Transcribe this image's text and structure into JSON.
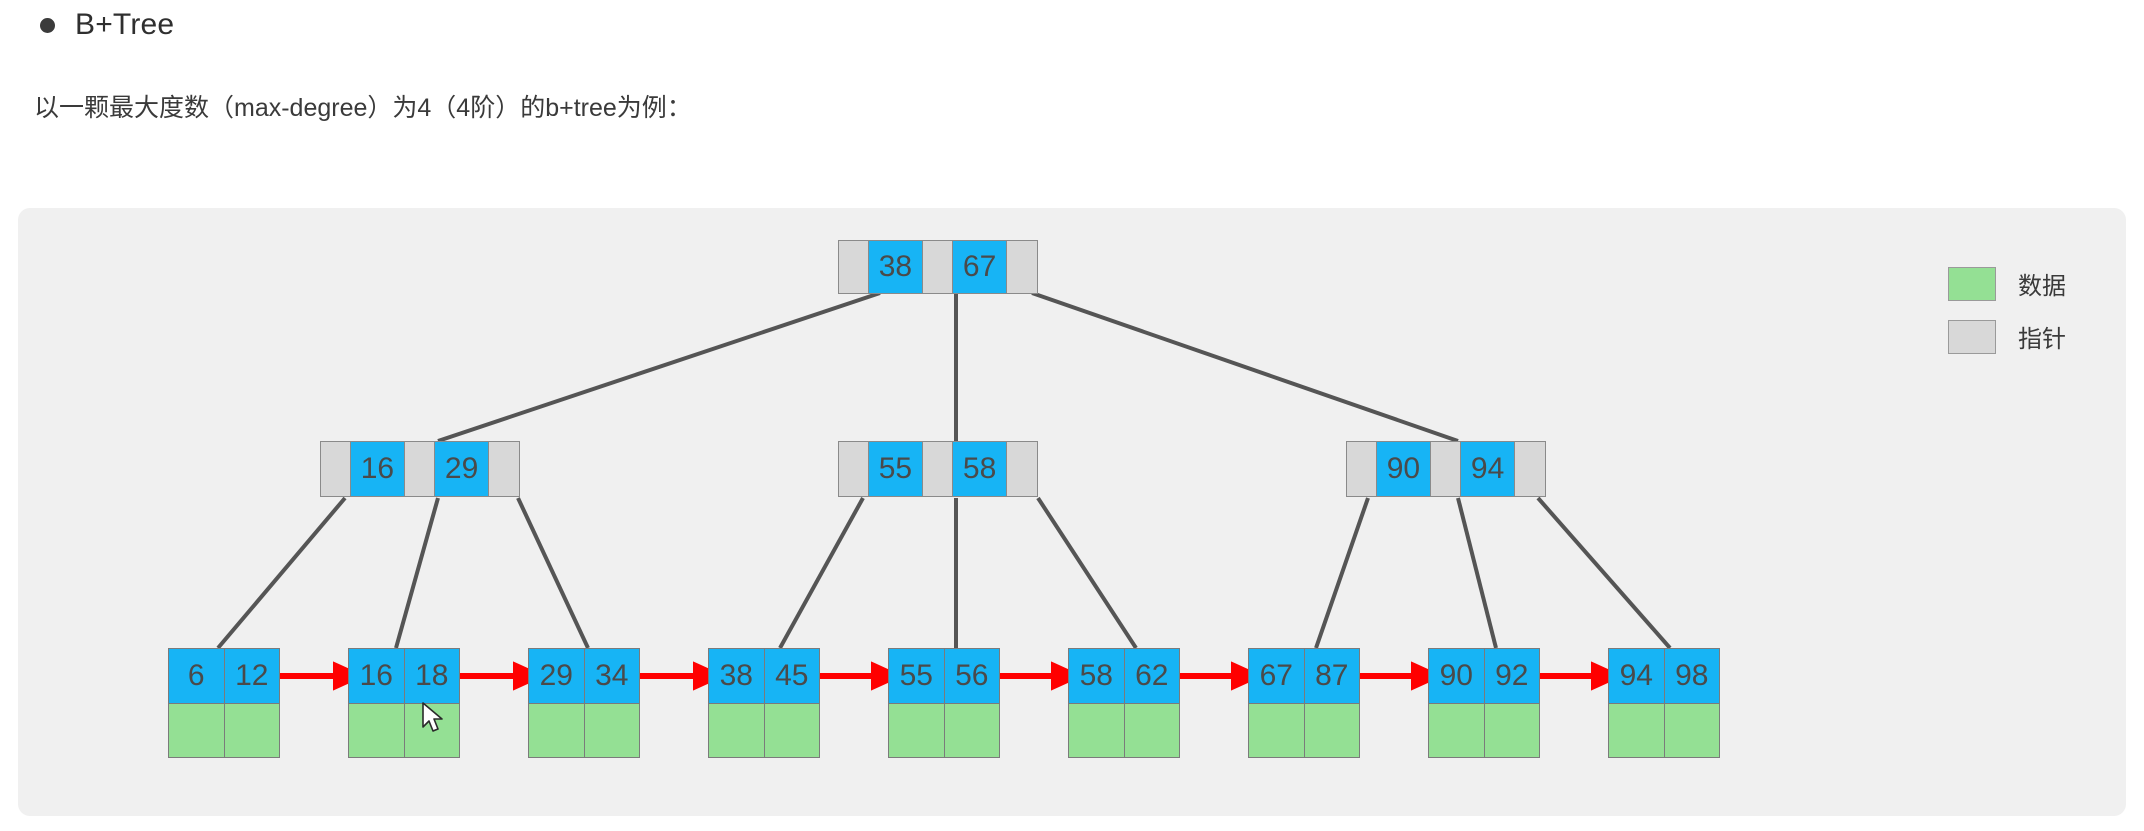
{
  "heading": {
    "bullet_icon": "bullet-dot",
    "title": "B+Tree"
  },
  "subtitle": "以一颗最大度数（max-degree）为4（4阶）的b+tree为例：",
  "legend": {
    "items": [
      {
        "label": "数据",
        "color": "#94e094",
        "swatch_icon": "green-square-swatch"
      },
      {
        "label": "指针",
        "color": "#d8d8d8",
        "swatch_icon": "gray-square-swatch"
      }
    ]
  },
  "colors": {
    "key_blue": "#17b4f5",
    "data_green": "#94e094",
    "pointer_gray": "#d8d8d8",
    "border_gray": "#8a8a8a",
    "link_red": "#ff0000",
    "connector_gray": "#555555",
    "panel_bg": "#f0f0f0"
  },
  "tree": {
    "root": {
      "keys": [
        "38",
        "67"
      ],
      "pointer_count": 3
    },
    "internal": [
      {
        "keys": [
          "16",
          "29"
        ],
        "pointer_count": 3
      },
      {
        "keys": [
          "55",
          "58"
        ],
        "pointer_count": 3
      },
      {
        "keys": [
          "90",
          "94"
        ],
        "pointer_count": 3
      }
    ],
    "leaves": [
      {
        "keys": [
          "6",
          "12"
        ]
      },
      {
        "keys": [
          "16",
          "18"
        ]
      },
      {
        "keys": [
          "29",
          "34"
        ]
      },
      {
        "keys": [
          "38",
          "45"
        ]
      },
      {
        "keys": [
          "55",
          "56"
        ]
      },
      {
        "keys": [
          "58",
          "62"
        ]
      },
      {
        "keys": [
          "67",
          "87"
        ]
      },
      {
        "keys": [
          "90",
          "92"
        ]
      },
      {
        "keys": [
          "94",
          "98"
        ]
      }
    ]
  }
}
